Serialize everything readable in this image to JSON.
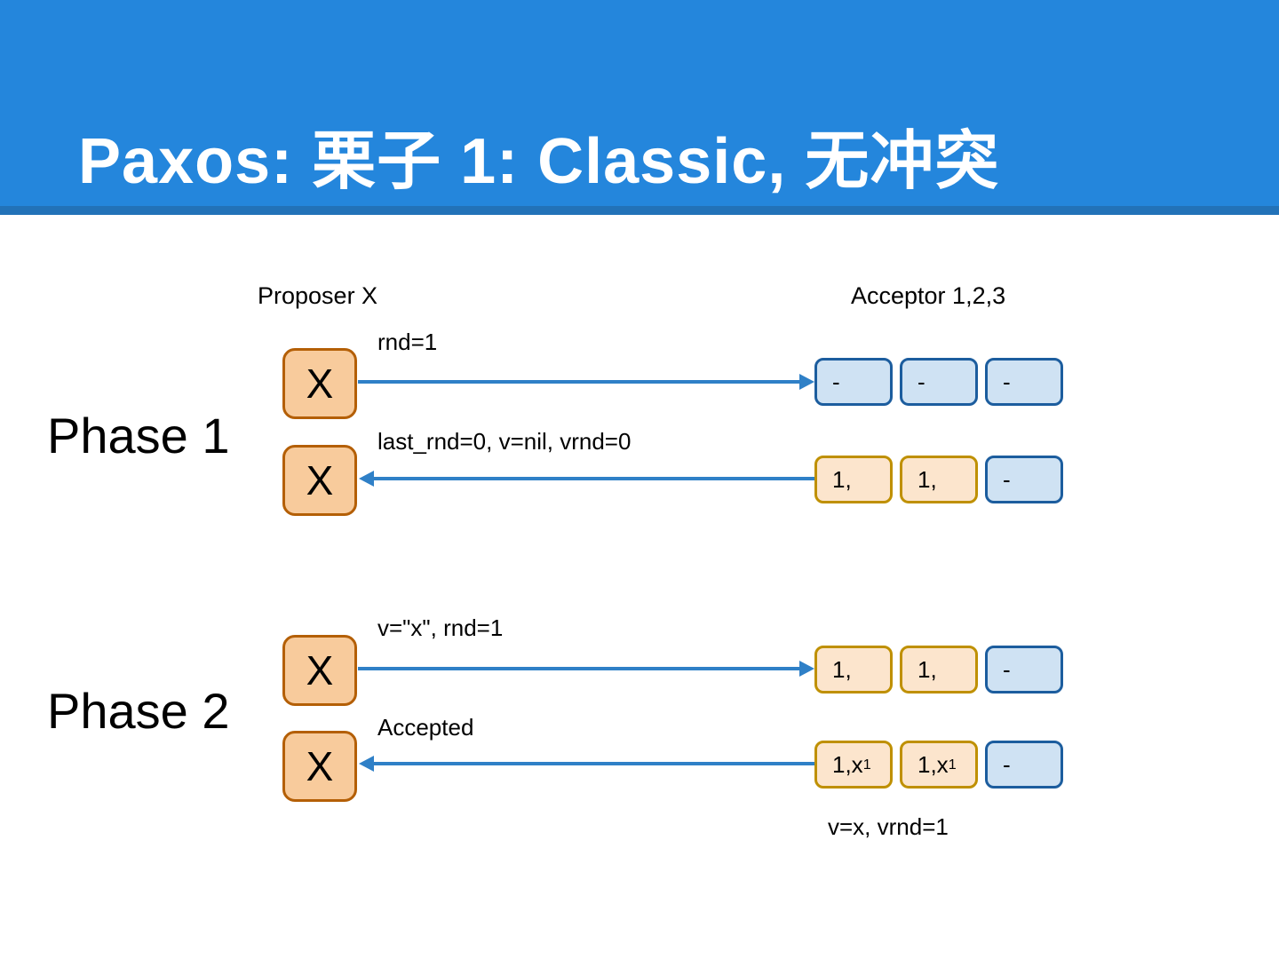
{
  "slide": {
    "title": "Paxos: 栗子 1: Classic, 无冲突",
    "columns": {
      "proposer": "Proposer X",
      "acceptor": "Acceptor 1,2,3"
    },
    "phases": [
      {
        "label": "Phase 1"
      },
      {
        "label": "Phase 2"
      }
    ],
    "proposer": {
      "node": "X"
    },
    "rows": [
      {
        "message": "rnd=1",
        "direction": "right",
        "cells": [
          {
            "text": "-",
            "style": "empty"
          },
          {
            "text": "-",
            "style": "empty"
          },
          {
            "text": "-",
            "style": "empty"
          }
        ]
      },
      {
        "message": "last_rnd=0, v=nil, vrnd=0",
        "direction": "left",
        "cells": [
          {
            "text": "1,",
            "style": "promised"
          },
          {
            "text": "1,",
            "style": "promised"
          },
          {
            "text": "-",
            "style": "empty"
          }
        ]
      },
      {
        "message": "v=\"x\", rnd=1",
        "direction": "right",
        "cells": [
          {
            "text": "1,",
            "style": "promised"
          },
          {
            "text": "1,",
            "style": "promised"
          },
          {
            "text": "-",
            "style": "empty"
          }
        ]
      },
      {
        "message": "Accepted",
        "direction": "left",
        "cells": [
          {
            "text": "1,x",
            "sub": "1",
            "style": "accepted"
          },
          {
            "text": "1,x",
            "sub": "1",
            "style": "accepted"
          },
          {
            "text": "-",
            "style": "empty"
          }
        ]
      }
    ],
    "footnote": "v=x, vrnd=1",
    "colors": {
      "header_bg": "#2486dc",
      "header_stripe": "#2272b8",
      "arrow": "#2f80c7",
      "proposer_fill": "#f8cb9c",
      "proposer_border": "#b45f06",
      "acceptor_filled_fill": "#fce5cd",
      "acceptor_filled_border": "#bf9000",
      "acceptor_empty_fill": "#cfe2f3",
      "acceptor_empty_border": "#1c5d9e"
    }
  }
}
